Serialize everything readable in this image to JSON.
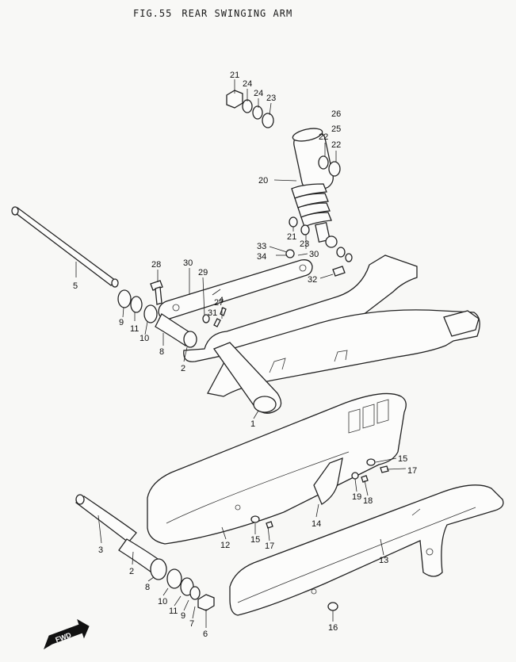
{
  "figure": {
    "number": "FIG.55",
    "title": "REAR SWINGING ARM"
  },
  "fwd_badge": "FWD",
  "callouts": [
    {
      "id": "c21a",
      "text": "21"
    },
    {
      "id": "c24a",
      "text": "24"
    },
    {
      "id": "c24b",
      "text": "24"
    },
    {
      "id": "c23a",
      "text": "23"
    },
    {
      "id": "c26",
      "text": "26"
    },
    {
      "id": "c25",
      "text": "25"
    },
    {
      "id": "c22a",
      "text": "22"
    },
    {
      "id": "c22b",
      "text": "22"
    },
    {
      "id": "c20",
      "text": "20"
    },
    {
      "id": "c21b",
      "text": "21"
    },
    {
      "id": "c23b",
      "text": "23"
    },
    {
      "id": "c33",
      "text": "33"
    },
    {
      "id": "c34",
      "text": "34"
    },
    {
      "id": "c30a",
      "text": "30"
    },
    {
      "id": "c32",
      "text": "32"
    },
    {
      "id": "c28",
      "text": "28"
    },
    {
      "id": "c30b",
      "text": "30"
    },
    {
      "id": "c29",
      "text": "29"
    },
    {
      "id": "c27",
      "text": "27"
    },
    {
      "id": "c4",
      "text": "4"
    },
    {
      "id": "c31",
      "text": "31"
    },
    {
      "id": "c5",
      "text": "5"
    },
    {
      "id": "c9a",
      "text": "9"
    },
    {
      "id": "c11a",
      "text": "11"
    },
    {
      "id": "c10a",
      "text": "10"
    },
    {
      "id": "c8a",
      "text": "8"
    },
    {
      "id": "c2a",
      "text": "2"
    },
    {
      "id": "c1",
      "text": "1"
    },
    {
      "id": "c15a",
      "text": "15"
    },
    {
      "id": "c17a",
      "text": "17"
    },
    {
      "id": "c19",
      "text": "19"
    },
    {
      "id": "c18",
      "text": "18"
    },
    {
      "id": "c14",
      "text": "14"
    },
    {
      "id": "c12",
      "text": "12"
    },
    {
      "id": "c15b",
      "text": "15"
    },
    {
      "id": "c17b",
      "text": "17"
    },
    {
      "id": "c13",
      "text": "13"
    },
    {
      "id": "c3",
      "text": "3"
    },
    {
      "id": "c2b",
      "text": "2"
    },
    {
      "id": "c8b",
      "text": "8"
    },
    {
      "id": "c10b",
      "text": "10"
    },
    {
      "id": "c11b",
      "text": "11"
    },
    {
      "id": "c9b",
      "text": "9"
    },
    {
      "id": "c7",
      "text": "7"
    },
    {
      "id": "c6",
      "text": "6"
    },
    {
      "id": "c16",
      "text": "16"
    }
  ]
}
